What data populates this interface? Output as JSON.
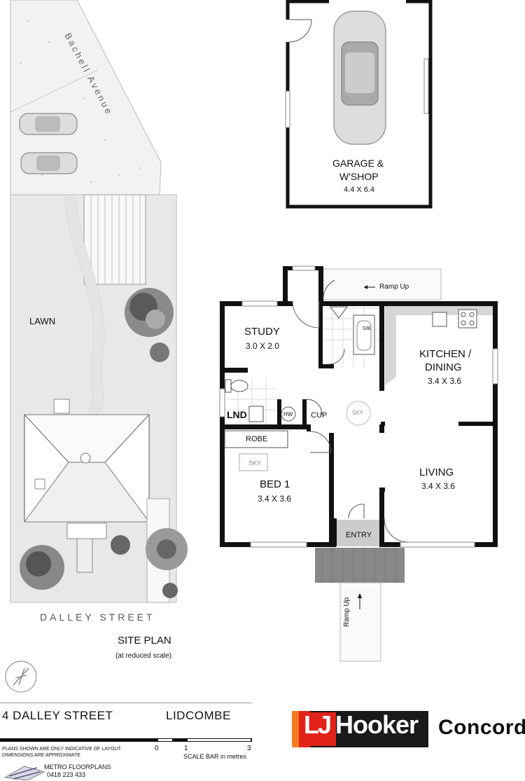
{
  "site_plan": {
    "street_top": "Bachell Avenue",
    "street_bottom": "DALLEY STREET",
    "lawn_label": "LAWN",
    "title": "SITE PLAN",
    "subtitle": "(at reduced scale)"
  },
  "garage": {
    "name_line1": "GARAGE &",
    "name_line2": "W'SHOP",
    "size": "4.4 X 6.4"
  },
  "rooms": {
    "study": {
      "name": "STUDY",
      "size": "3.0 X 2.0"
    },
    "kitchen": {
      "name_line1": "KITCHEN /",
      "name_line2": "DINING",
      "size": "3.4 X 3.6"
    },
    "living": {
      "name": "LIVING",
      "size": "3.4 X 3.6"
    },
    "bed1": {
      "name": "BED 1",
      "size": "3.4 X 3.6"
    },
    "lnd": "LND",
    "cup": "CUP",
    "hw": "HW",
    "robe": "ROBE",
    "sky1": "SKY",
    "sky2": "SKY",
    "sb": "S/B",
    "entry": "ENTRY",
    "ramp_top": "Ramp Up",
    "ramp_bottom": "Ramp Up"
  },
  "footer": {
    "address": "4 DALLEY STREET",
    "suburb": "LIDCOMBE",
    "disclaimer1": "PLANS SHOWN ARE ONLY INDICATIVE OF LAYOUT.",
    "disclaimer2": "DIMENSIONS ARE APPROXIMATE",
    "scale_0": "0",
    "scale_1": "1",
    "scale_3": "3",
    "scale_caption": "SCALE BAR in metres",
    "metro": "METRO FLOORPLANS",
    "phone": "0418 223 433"
  },
  "brand": {
    "lj": "LJ",
    "hooker": "Hooker",
    "office": "Concord",
    "red": "#e2231a",
    "orange": "#f47b20"
  }
}
